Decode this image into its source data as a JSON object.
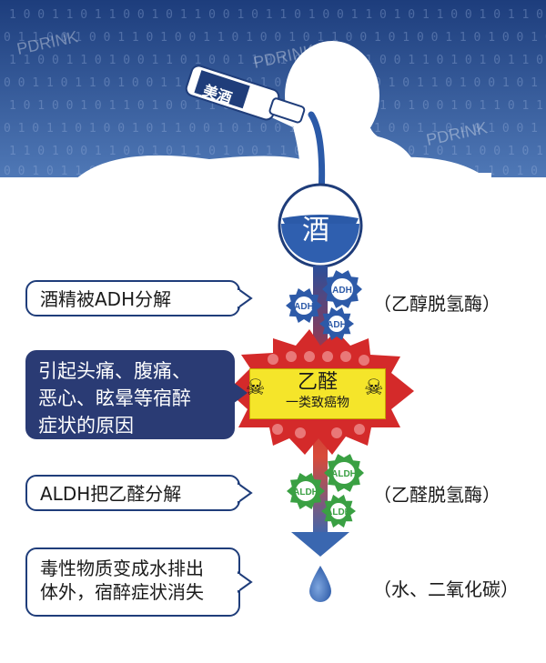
{
  "bottle_label": "美酒",
  "watermark": "PDRINK",
  "flow": {
    "start": "酒",
    "toxin_name": "乙醛",
    "toxin_note": "一类致癌物"
  },
  "steps": [
    {
      "text": "酒精被ADH分解",
      "enzyme": "（乙醇脱氢酶）"
    },
    {
      "text_lines": [
        "引起头痛、腹痛、",
        "恶心、眩晕等宿醉",
        "症状的原因"
      ]
    },
    {
      "text": "ALDH把乙醛分解",
      "enzyme": "（乙醛脱氢酶）"
    },
    {
      "text_lines": [
        "毒性物质变成水排出",
        "体外，宿醉症状消失"
      ],
      "enzyme": "（水、二氧化碳）"
    }
  ],
  "gears": {
    "adh_label": "ADH",
    "aldh_label": "ALDH"
  },
  "colors": {
    "navy": "#1f3d7a",
    "dark_box": "#2a3b74",
    "red": "#d42a2a",
    "yellow": "#f5e52a",
    "blue_drop": "#3f6db8",
    "gear_blue": "#2d5aa8",
    "gear_green": "#3aa043"
  }
}
